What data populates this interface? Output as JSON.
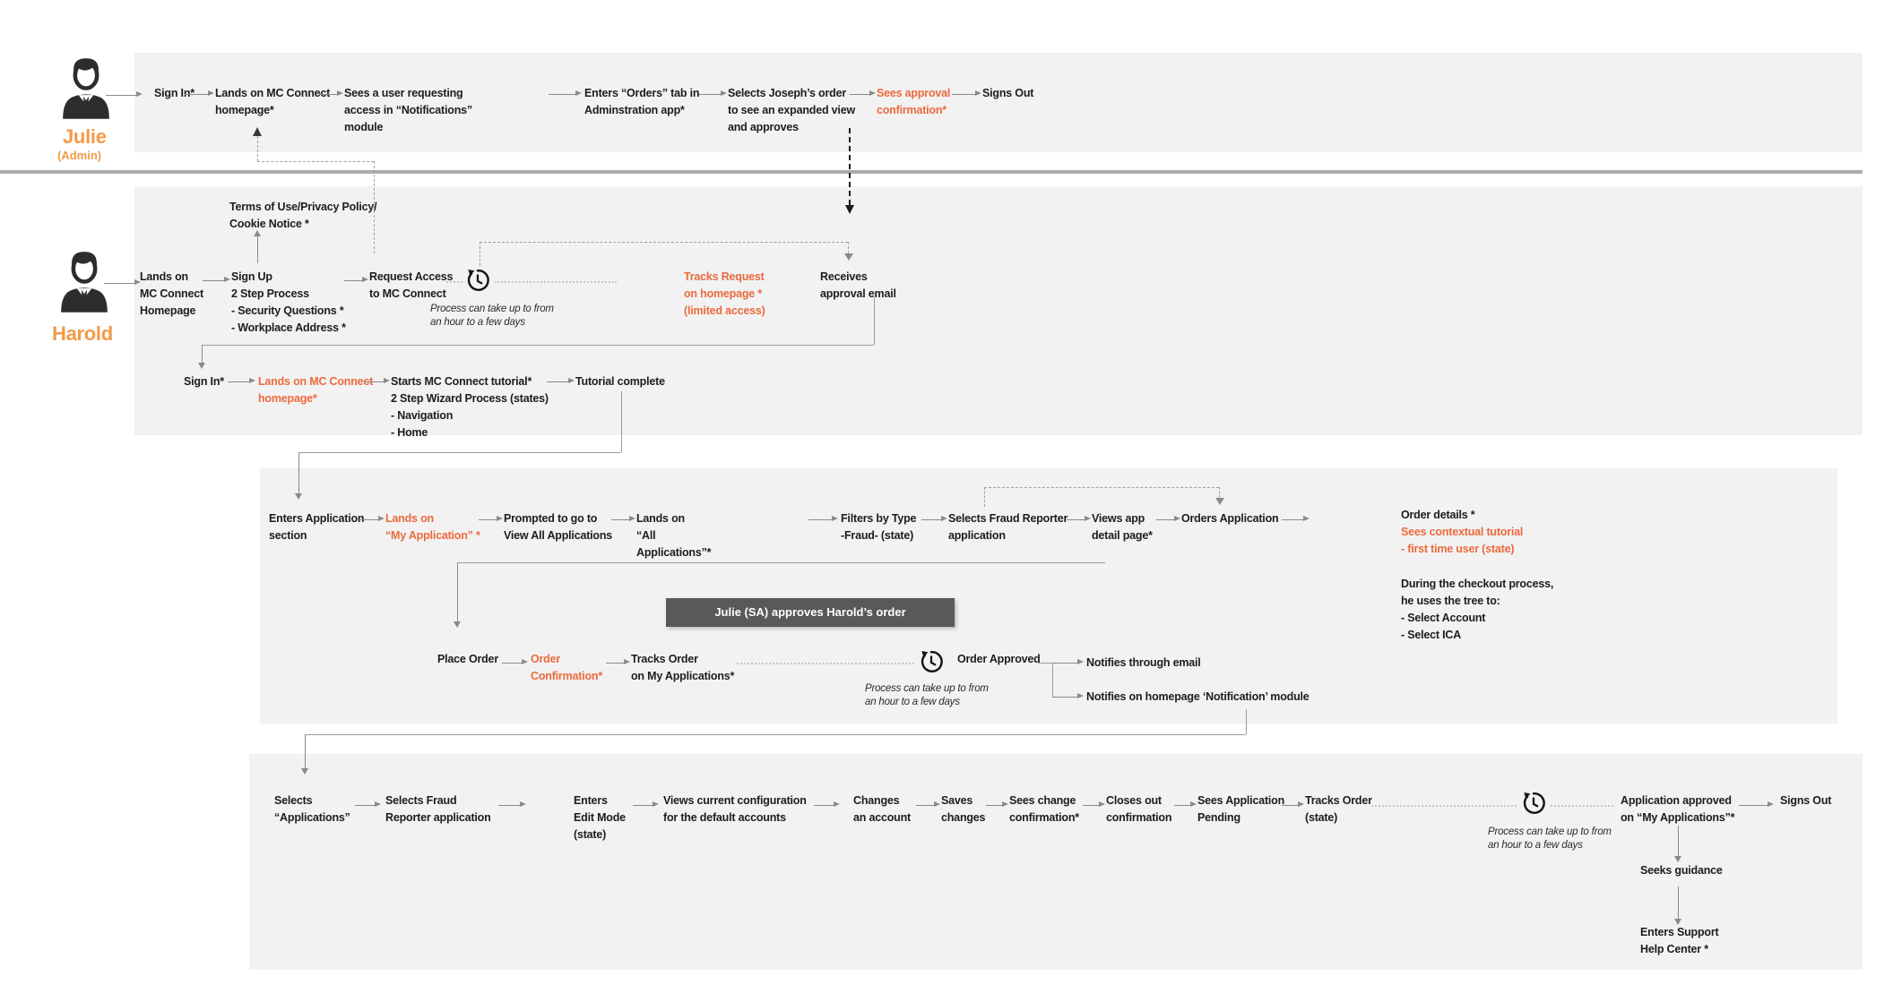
{
  "colors": {
    "orange": "#EB6A3E",
    "name_orange": "#F29A45",
    "band": "#F2F2F2",
    "badge_bg": "#595959"
  },
  "personas": {
    "julie_name": "Julie",
    "julie_role": "(Admin)",
    "harold_name": "Harold"
  },
  "julie_row": {
    "s1": "Sign In*",
    "s2": "Lands on MC Connect\nhomepage*",
    "s3": "Sees a user requesting\naccess in “Notifications”\nmodule",
    "s4": "Enters “Orders” tab in\nAdminstration app*",
    "s5": "Selects Joseph’s order\nto see an expanded view\nand approves",
    "s6": "Sees approval\nconfirmation*",
    "s7": "Signs Out"
  },
  "harold_row1": {
    "terms": "Terms of Use/Privacy Policy/\nCookie Notice *",
    "s1": "Lands on\nMC Connect\nHomepage",
    "s2": "Sign Up\n2 Step Process\n- Security Questions *\n- Workplace Address *",
    "s3": "Request Access\nto MC Connect",
    "wait_note": "Process can take up to from\nan hour to a few days",
    "s4": "Tracks Request\non homepage *\n(limited access)",
    "s5": "Receives\napproval email"
  },
  "harold_row2": {
    "s1": "Sign In*",
    "s2": "Lands on MC Connect\nhomepage*",
    "s3": "Starts MC Connect tutorial*\n2 Step Wizard Process (states)\n- Navigation\n- Home",
    "s4": "Tutorial complete"
  },
  "apps_row1": {
    "s1": "Enters Application\nsection",
    "s2": "Lands on\n“My Application” *",
    "s3": "Prompted to go to\nView All Applications",
    "s4": "Lands on\n“All\nApplications”*",
    "s5": "Filters by Type\n-Fraud- (state)",
    "s6": "Selects Fraud Reporter\napplication",
    "s7": "Views app\ndetail page*",
    "s8": "Orders Application",
    "order_details_title": "Order details *",
    "order_details_sub": "Sees contextual tutorial\n- first time user (state)",
    "checkout_note": "During the checkout process,\nhe uses the tree to:\n- Select Account\n- Select ICA"
  },
  "apps_row2": {
    "badge": "Julie (SA) approves Harold’s order",
    "s1": "Place Order",
    "s2": "Order\nConfirmation*",
    "s3": "Tracks Order\non My Applications*",
    "wait_note": "Process can take up to from\nan hour to a few days",
    "s4": "Order Approved",
    "b1": "Notifies through email",
    "b2": "Notifies on homepage ‘Notification’ module"
  },
  "edit_row": {
    "s1": "Selects\n“Applications”",
    "s2": "Selects Fraud\nReporter application",
    "s3": "Enters\nEdit Mode\n(state)",
    "s4": "Views current configuration\nfor the default accounts",
    "s5": "Changes\nan account",
    "s6": "Saves\nchanges",
    "s7": "Sees change\nconfirmation*",
    "s8": "Closes out\nconfirmation",
    "s9": "Sees Application\nPending",
    "s10": "Tracks Order\n(state)",
    "wait_note": "Process can take up to from\nan hour to a few days",
    "s11": "Application approved\non “My Applications”*",
    "s12": "Signs Out",
    "s13": "Seeks guidance",
    "s14": "Enters Support\nHelp Center *"
  }
}
